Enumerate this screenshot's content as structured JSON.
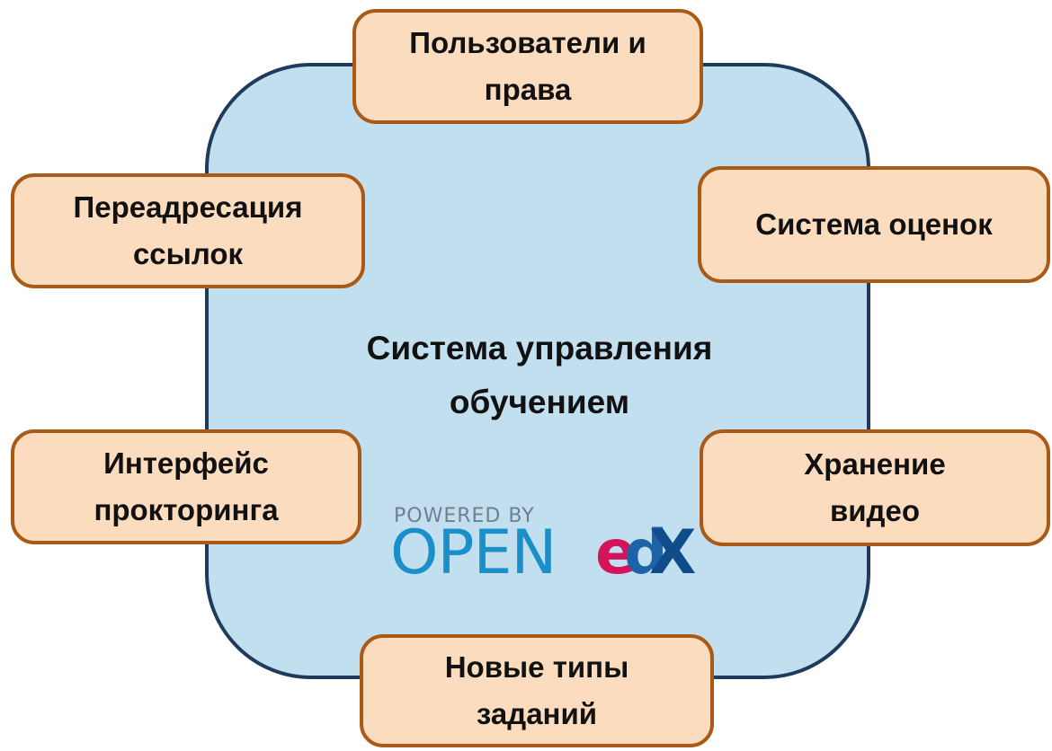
{
  "diagram": {
    "center": {
      "title": "Система управления\nобучением"
    },
    "modules": [
      {
        "id": "users",
        "label": "Пользователи и\nправа"
      },
      {
        "id": "redirect",
        "label": "Переадресация\nссылок"
      },
      {
        "id": "grading",
        "label": "Система оценок"
      },
      {
        "id": "proctoring",
        "label": "Интерфейс\nпрокторинга"
      },
      {
        "id": "video",
        "label": "Хранение\nвидео"
      },
      {
        "id": "tasks",
        "label": "Новые типы\nзаданий"
      }
    ],
    "logo": {
      "powered_by": "POWERED BY",
      "open": "OPEN",
      "e": "e",
      "d": "d",
      "x": "X"
    },
    "colors": {
      "core_fill": "#c2dff0",
      "core_border": "#1f3b5c",
      "node_fill": "#fcdcbf",
      "node_border": "#a85a16"
    }
  }
}
